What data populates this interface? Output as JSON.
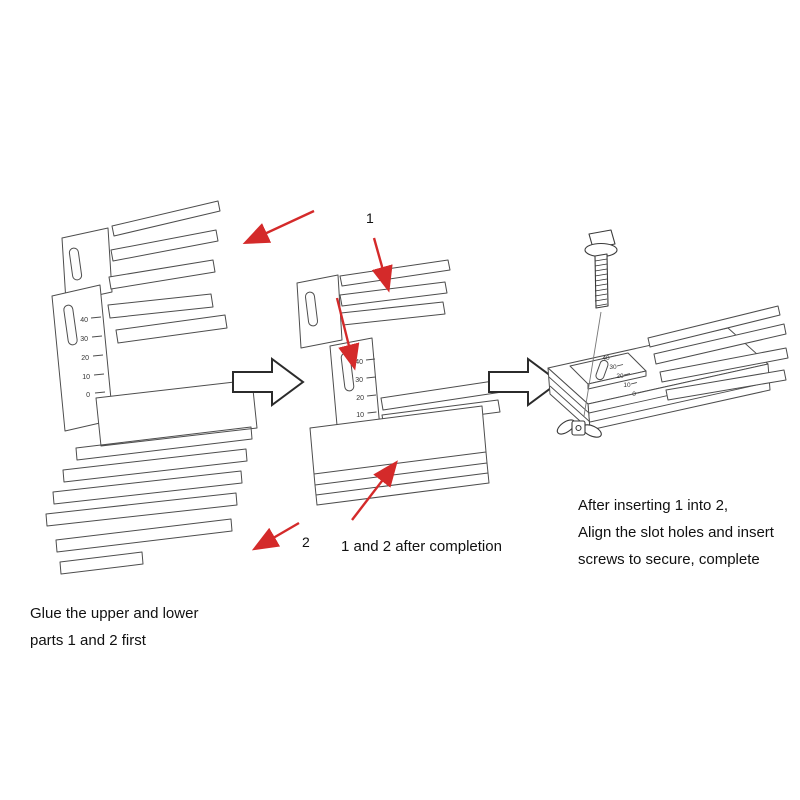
{
  "captions": {
    "left": {
      "line1": "Glue the upper and lower",
      "line2": "parts 1 and 2 first"
    },
    "middle": "1 and 2 after completion",
    "right": {
      "line1": "After inserting 1 into 2,",
      "line2": "Align the slot holes and insert",
      "line3": "screws to secure, complete"
    }
  },
  "labels": {
    "part1": "1",
    "part2": "2"
  },
  "ruler": {
    "r40": "40",
    "r30": "30",
    "r20": "20",
    "r10": "10",
    "r0": "0"
  },
  "colors": {
    "red_arrow": "#d42a2a",
    "line_art": "#4d4d4d",
    "big_arrow_outline": "#2b2b2b"
  }
}
